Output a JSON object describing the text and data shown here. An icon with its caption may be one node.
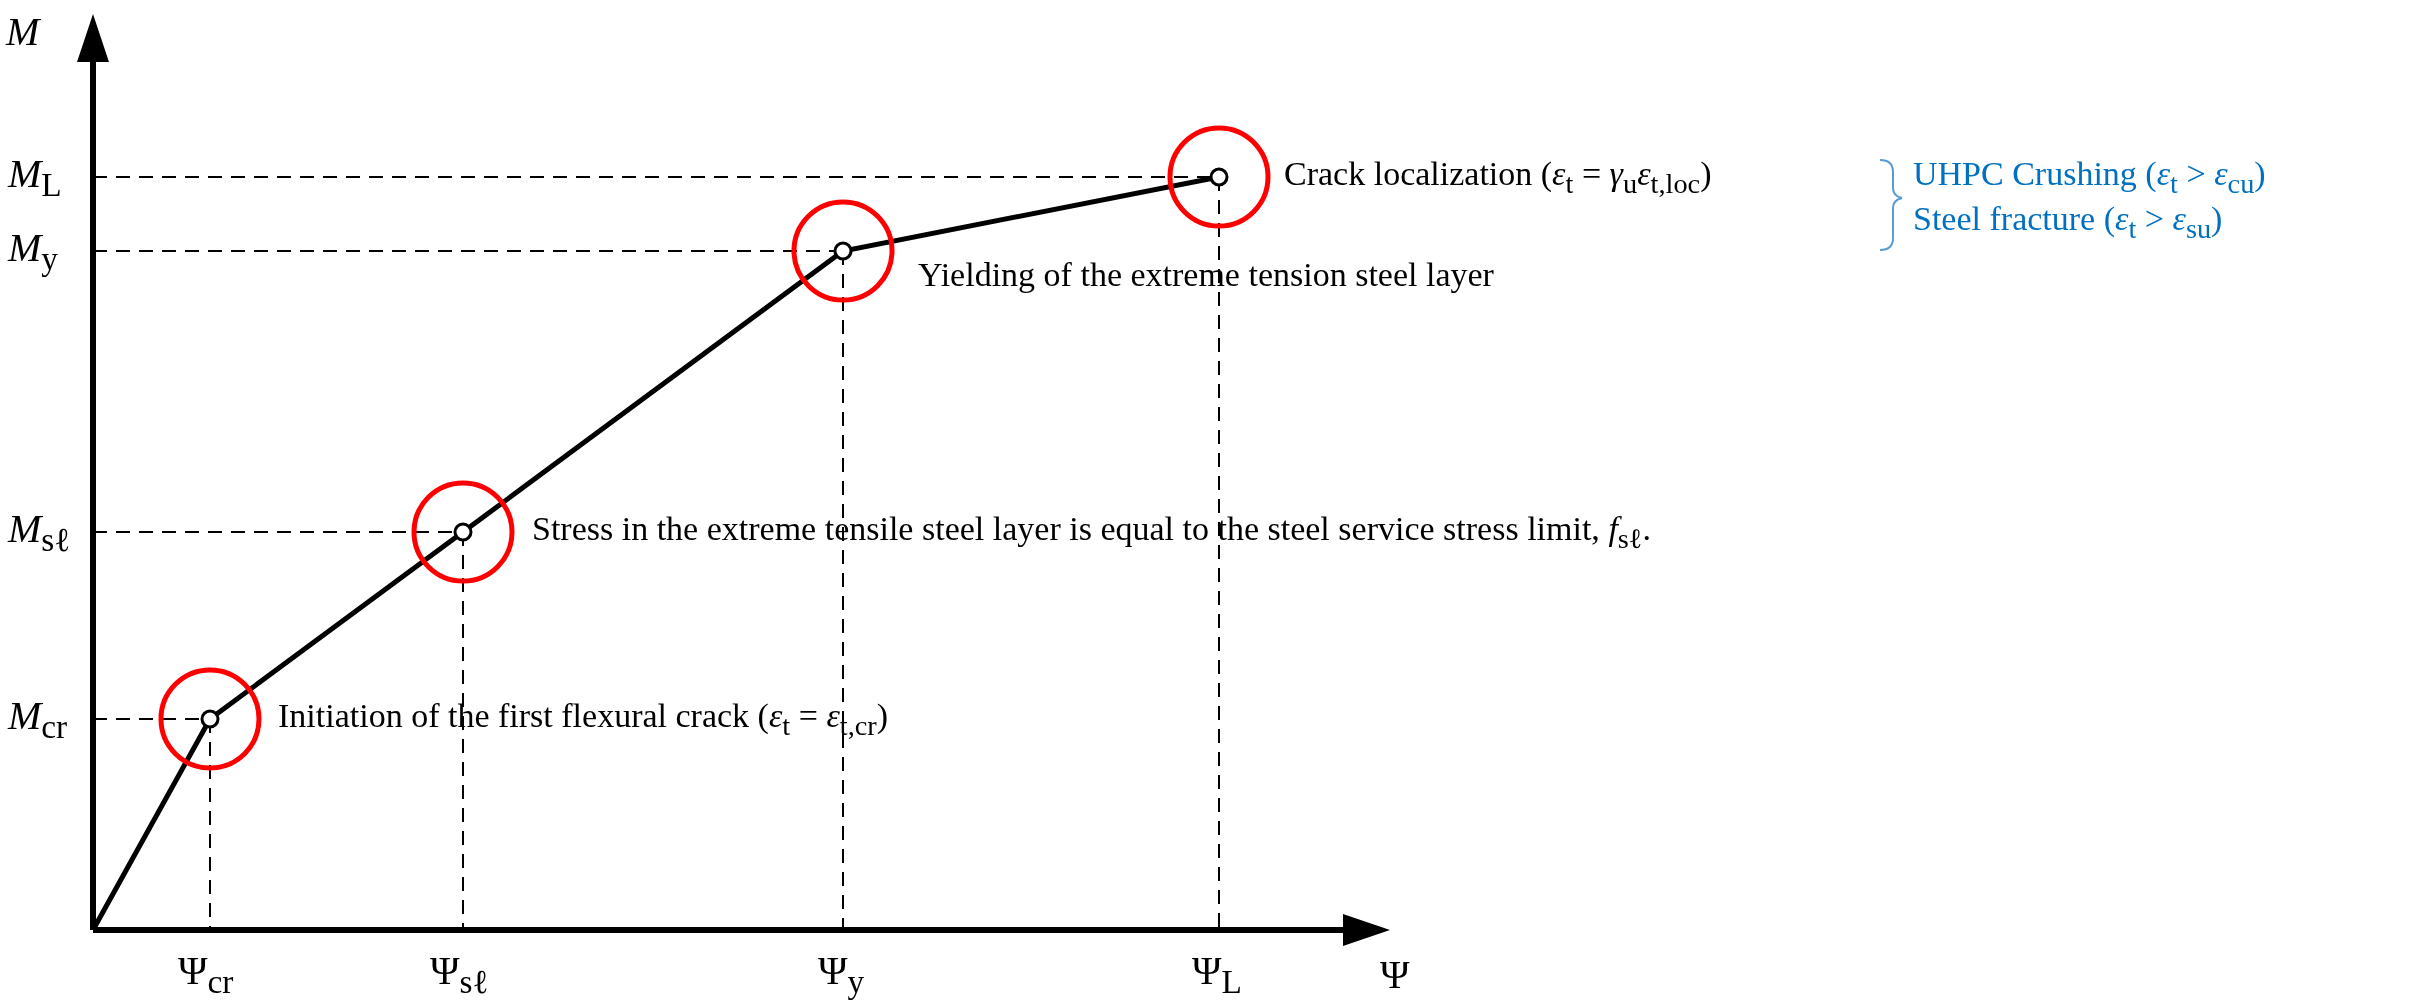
{
  "diagram": {
    "nodes": [
      {
        "text": [],
        "shape": "circle",
        "beside": [
          "Initiation of the first flexural crack (*ε*$_{t}$ = *ε*$_{t,cr}$)"
        ]
      },
      {
        "text": [],
        "shape": "circle",
        "beside": [
          "Stress in the extreme tensile steel layer is equal to the steel service stress limit, *f*$_{sℓ}$."
        ]
      },
      {
        "text": [],
        "shape": "circle",
        "beside": [
          "Yielding of the extreme tension steel layer"
        ]
      },
      {
        "text": [],
        "shape": "circle",
        "beside": [
          "Crack localization (*ε*$_{t}$ = *γ*$_{u}$*ε*$_{t,loc}$)"
        ]
      }
    ],
    "edges": [],
    "labels": [
      "*M*",
      "*M*$_{L}$",
      "UHPC Crushing (*ε*$_{t}$ > *ε*$_{cu}$)",
      "*M*$_{y}$",
      "Steel fracture (*ε*$_{t}$ > *ε*$_{su}$)",
      "*M*$_{sℓ}$",
      "*M*$_{cr}$",
      "Ψ$_{cr}$",
      "Ψ$_{sℓ}$",
      "Ψ$_{y}$",
      "Ψ$_{L}$",
      "Ψ"
    ]
  }
}
